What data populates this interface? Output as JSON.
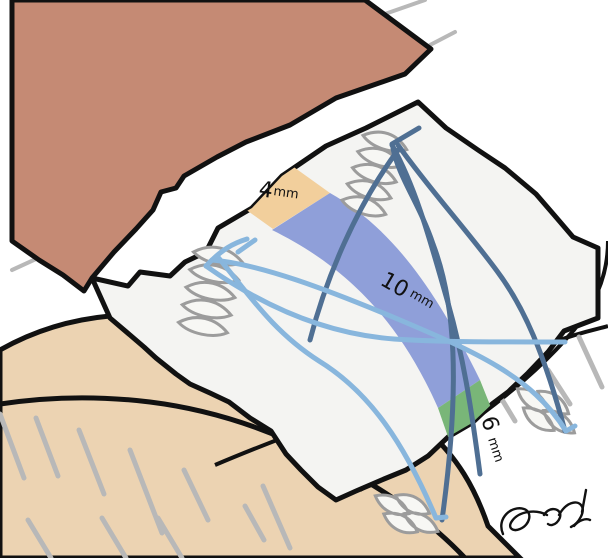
{
  "diagram": {
    "labels": {
      "zone_small": {
        "value": "4",
        "unit": "mm"
      },
      "zone_large": {
        "value": "10",
        "unit": "mm"
      },
      "zone_mid": {
        "value": "6",
        "unit": "mm"
      }
    },
    "signature": "Arias Yorke",
    "colors": {
      "background": "#ffffff",
      "outline": "#111111",
      "muscle_belly": "#c58a74",
      "tendon": "#f4f4f2",
      "bone": "#ecd3b2",
      "bone_ridges": "#b8b8b8",
      "zone_small": "#f2cf9c",
      "zone_large": "#8f9fd9",
      "zone_mid": "#79b678",
      "suture_light": "#88b6dd",
      "suture_dark": "#4f6f93",
      "anchor": "#f7f7f4",
      "anchor_outline": "#9c9c9c"
    }
  }
}
